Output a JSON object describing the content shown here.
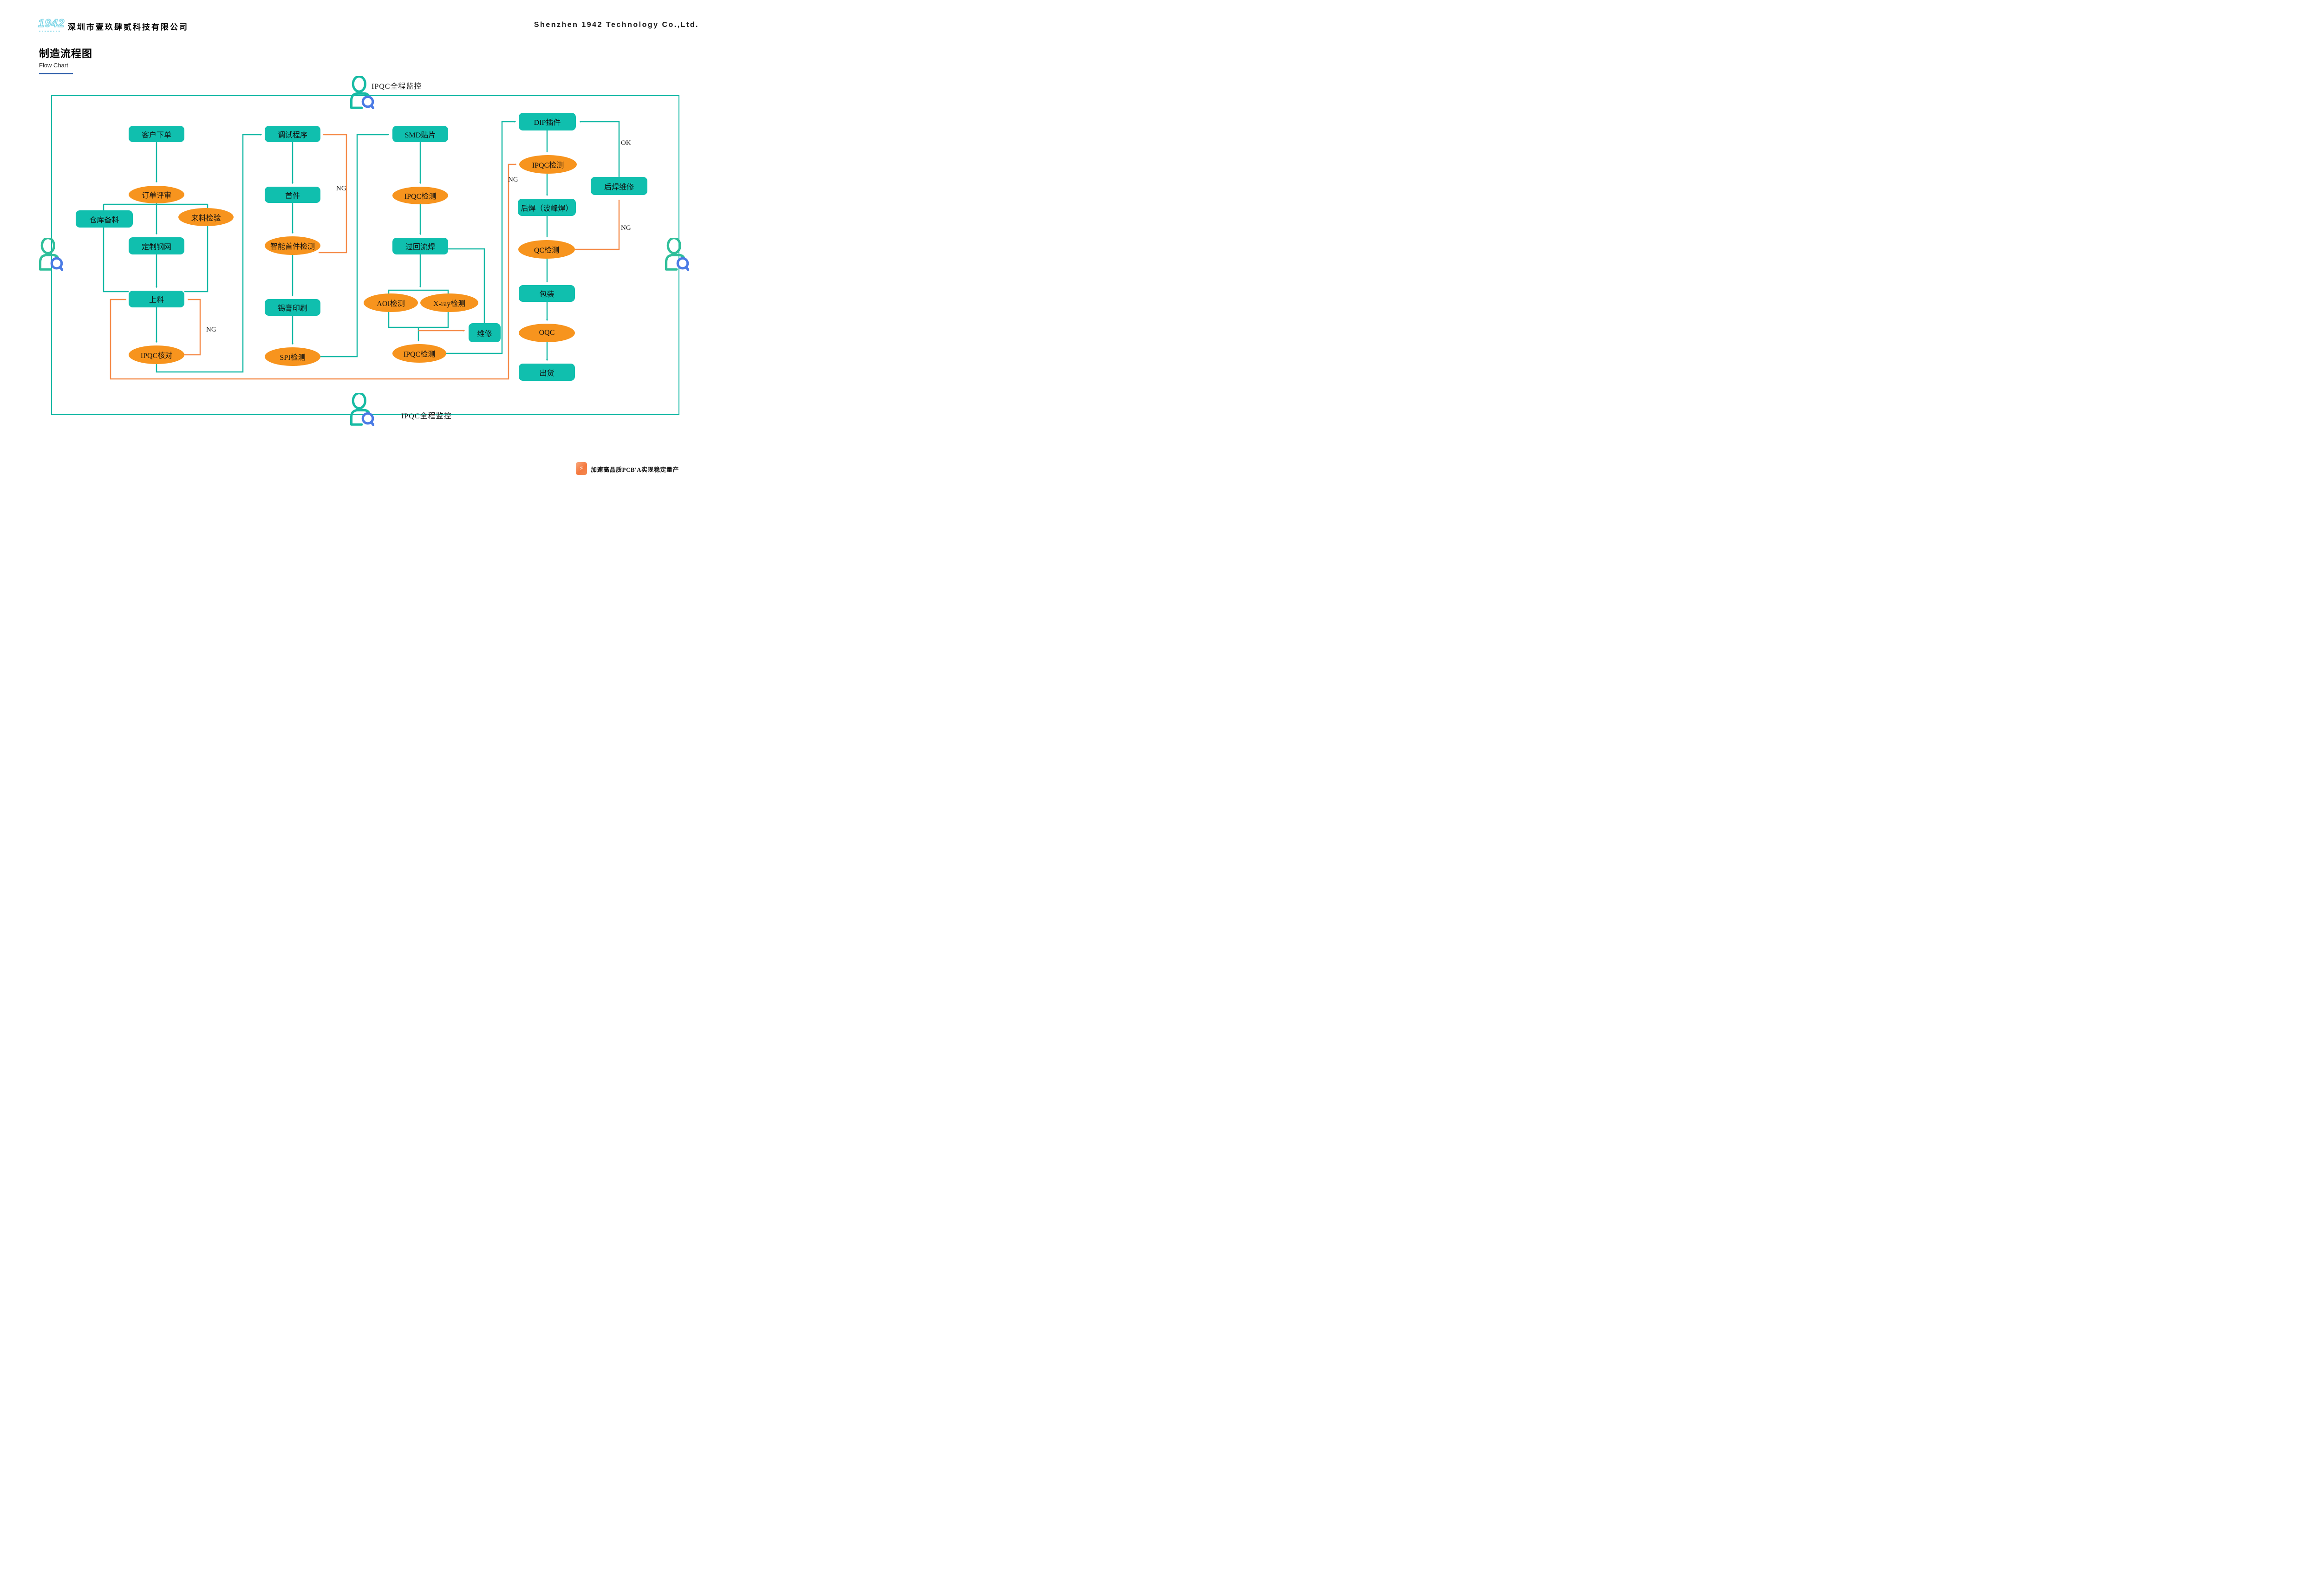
{
  "header": {
    "logo_text": "1942",
    "company_cn": "深圳市壹玖肆贰科技有限公司",
    "company_en": "Shenzhen 1942 Technology Co.,Ltd."
  },
  "title": {
    "cn": "制造流程图",
    "en": "Flow Chart"
  },
  "monitor": {
    "top_label": "IPQC全程监控",
    "bottom_label": "IPQC全程监控"
  },
  "nodes": {
    "customer_order": "客户下单",
    "order_review": "订单评审",
    "warehouse_prep": "仓库备料",
    "incoming_inspection": "来料检验",
    "custom_stencil": "定制钢网",
    "loading": "上料",
    "ipqc_check": "IPQC核对",
    "program_debug": "调试程序",
    "first_article": "首件",
    "smart_fa_inspection": "智能首件检测",
    "solder_paste_printing": "锡膏印刷",
    "spi_inspection": "SPI检测",
    "smd_mounting": "SMD贴片",
    "ipqc_inspection_smd": "IPQC检测",
    "reflow_soldering": "过回流焊",
    "aoi_inspection": "AOI检测",
    "xray_inspection": "X-ray检测",
    "repair": "维修",
    "ipqc_inspection_reflow": "IPQC检测",
    "dip_insertion": "DIP插件",
    "ipqc_inspection_dip": "IPQC检测",
    "wave_soldering": "后焊（波峰焊）",
    "post_weld_repair": "后焊维修",
    "qc_inspection": "QC检测",
    "packaging": "包装",
    "oqc": "OQC",
    "shipping": "出货"
  },
  "edge_labels": {
    "ng_loading_loop": "NG",
    "ng_debug_loop": "NG",
    "ng_dip_line": "NG",
    "ok_dip_line": "OK",
    "ng_qc_line": "NG"
  },
  "footer": {
    "tagline": "加速高品质PCB'A实现稳定量产",
    "badge_icon": "⚡"
  },
  "colors": {
    "teal": "#10bfae",
    "line-teal": "#14b8a5",
    "orange": "#f7941e",
    "line-orange": "#f58b4a",
    "blue": "#4b7be5",
    "underline": "#2c5caa",
    "logo": "#79d4e6"
  }
}
